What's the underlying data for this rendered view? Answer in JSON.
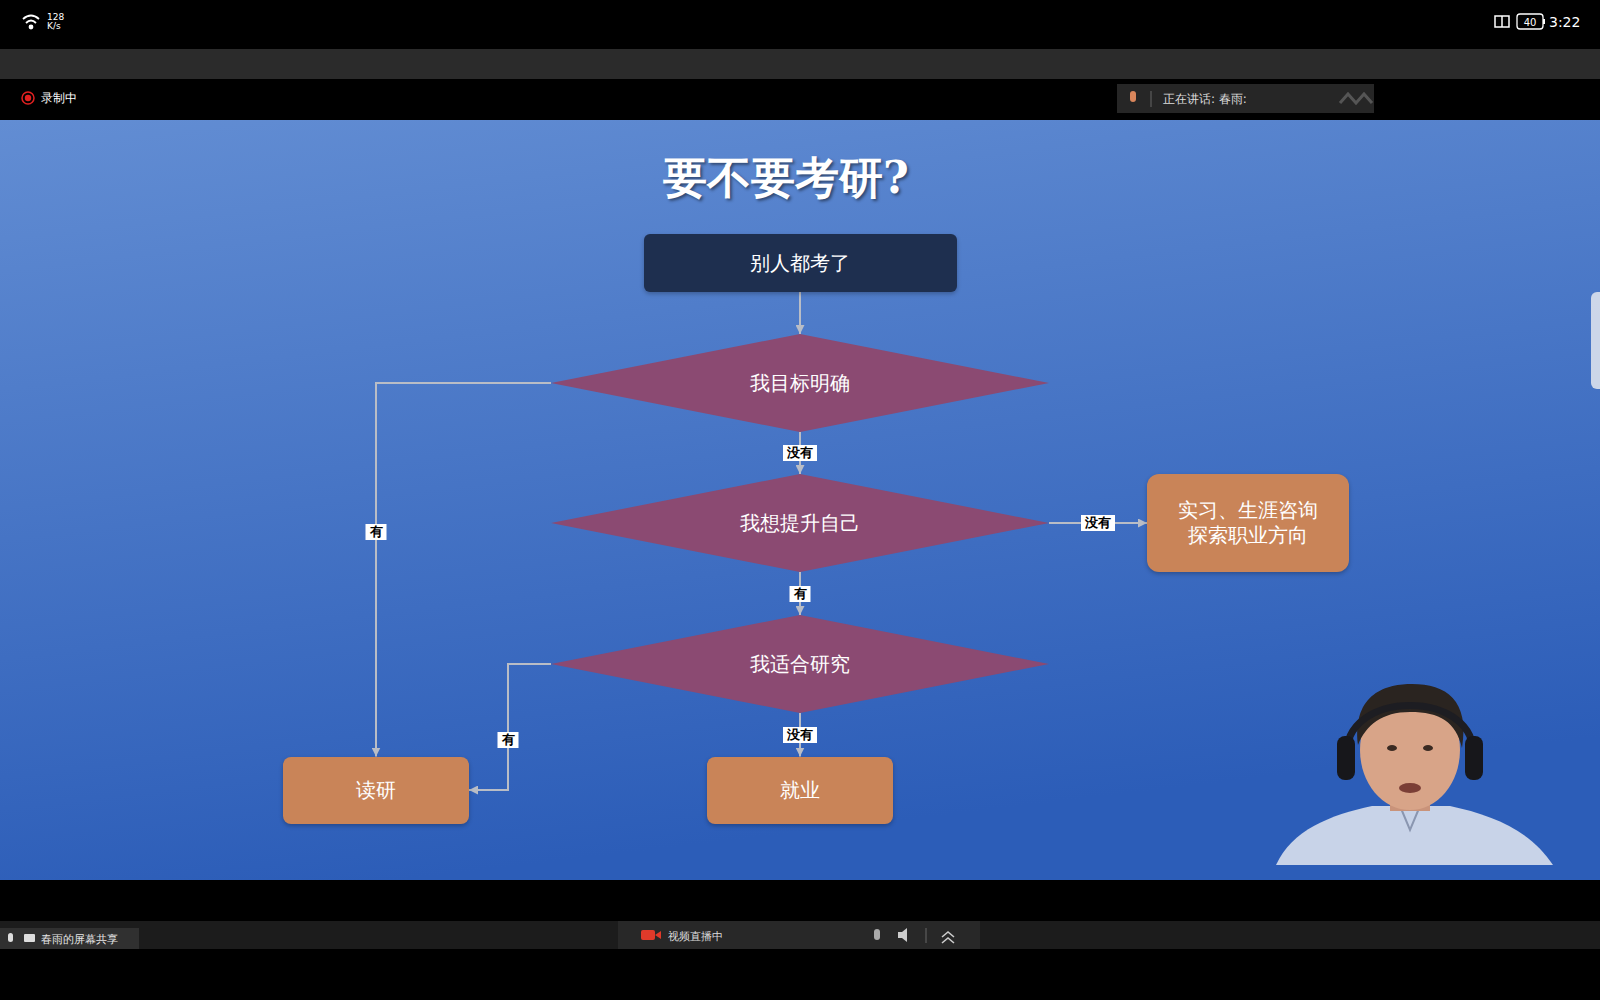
{
  "diagram": {
    "title": "要不要考研?",
    "nodes": [
      {
        "text": [
          "别人都考了"
        ]
      },
      {
        "text": [
          "我目标明确"
        ]
      },
      {
        "text": [
          "我想提升自己"
        ]
      },
      {
        "text": [
          "实习、生涯咨询 探索职业方向"
        ]
      },
      {
        "text": [
          "我适合研究"
        ]
      },
      {
        "text": [
          "读研"
        ]
      },
      {
        "text": [
          "就业"
        ]
      }
    ],
    "edges": [
      {
        "from": 0,
        "to": 1,
        "arrow": "to"
      },
      {
        "from": 1,
        "to": 5,
        "label": "有",
        "arrow": "to"
      },
      {
        "from": 1,
        "to": 2,
        "label": "没有",
        "arrow": "to"
      },
      {
        "from": 2,
        "to": 3,
        "label": "没有",
        "arrow": "to"
      },
      {
        "from": 2,
        "to": 4,
        "label": "有",
        "arrow": "to"
      },
      {
        "from": 4,
        "to": 5,
        "label": "有",
        "arrow": "to"
      },
      {
        "from": 4,
        "to": 6,
        "label": "没有",
        "arrow": "to"
      }
    ],
    "labels": [
      "128 K/s",
      "40",
      "3:22",
      "录制中",
      "正在讲话: 春雨:",
      "春雨的屏幕共享",
      "视频直播中"
    ]
  }
}
